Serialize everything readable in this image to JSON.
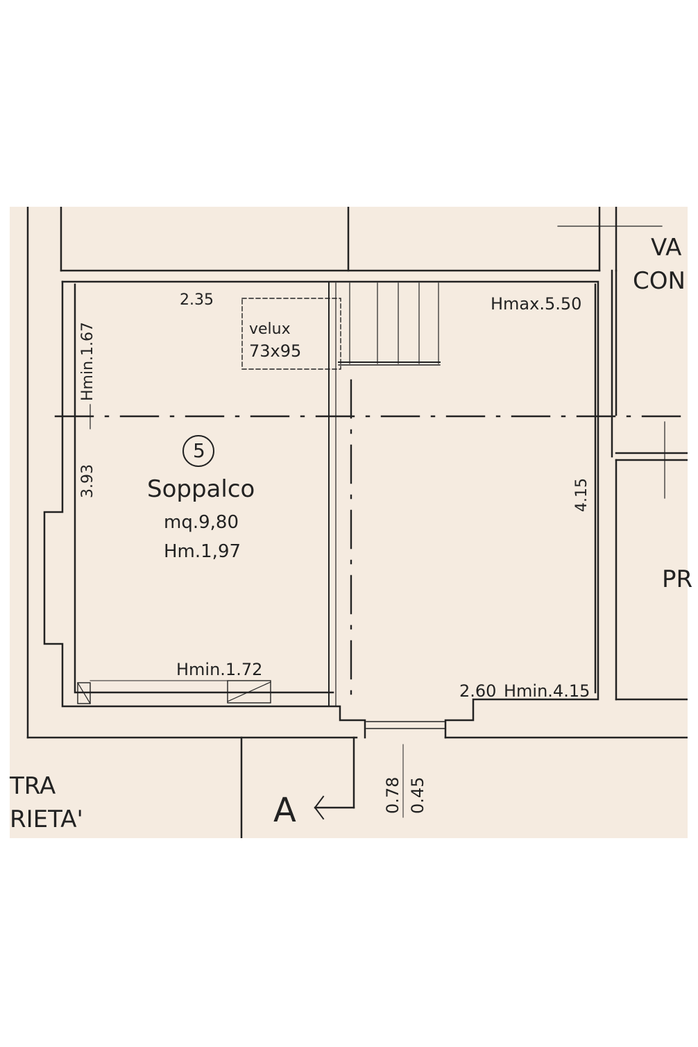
{
  "plan": {
    "room": {
      "number": "5",
      "name": "Soppalco",
      "area": "mq.9,80",
      "height": "Hm.1,97"
    },
    "dimensions": {
      "top_width": "2.35",
      "hmax": "Hmax.5.50",
      "hmin_left": "Hmin.1.67",
      "left_depth": "3.93",
      "right_depth": "4.15",
      "hmin_bottom": "Hmin.1.72",
      "bottom_width": "2.60",
      "hmin_bottom_right": "Hmin.4.15",
      "opening_top": "0.78",
      "opening_bottom": "0.45"
    },
    "velux": {
      "label": "velux",
      "size": "73x95"
    },
    "section_marker": "A",
    "neighbors": {
      "top_right_line1": "VA",
      "top_right_line2": "CON",
      "right_room": "PR",
      "bottom_left_line1": "TRA",
      "bottom_left_line2": "RIETA'"
    },
    "colors": {
      "paper": "#f5ebe0",
      "ink": "#222222",
      "page": "#ffffff"
    }
  }
}
